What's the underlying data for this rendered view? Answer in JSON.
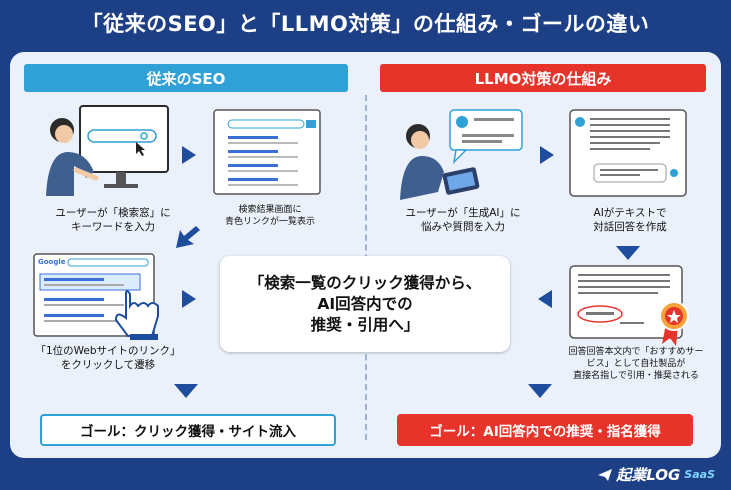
{
  "title": "「従来のSEO」と「LLMO対策」の仕組み・ゴールの違い",
  "left": {
    "header": "従来のSEO",
    "step1": [
      "ユーザーが「検索窓」に",
      "キーワードを入力"
    ],
    "step2": [
      "検索結果画面に",
      "青色リンクが一覧表示"
    ],
    "step3": [
      "「1位のWebサイトのリンク」",
      "をクリックして遷移"
    ],
    "goal": "ゴール：クリック獲得・サイト流入",
    "google_label": "Google"
  },
  "right": {
    "header": "LLMO対策の仕組み",
    "step1": [
      "ユーザーが「生成AI」に",
      "悩みや質問を入力"
    ],
    "step2": [
      "AIがテキストで",
      "対話回答を作成"
    ],
    "step3": [
      "回答回答本文内で「おすすめサー",
      "ビス」として自社製品が",
      "直接名指しで引用・推奨される"
    ],
    "goal": "ゴール：AI回答内での推奨・指名獲得"
  },
  "center": [
    "「検索一覧のクリック獲得から、",
    "AI回答内での",
    "推奨・引用へ」"
  ],
  "logo": {
    "main": "起業LOG",
    "sub": "SaaS"
  },
  "colors": {
    "background": "#1d3f86",
    "seo_blue": "#2fa1d6",
    "llmo_red": "#e7342b",
    "arrow": "#1d4d9c"
  }
}
